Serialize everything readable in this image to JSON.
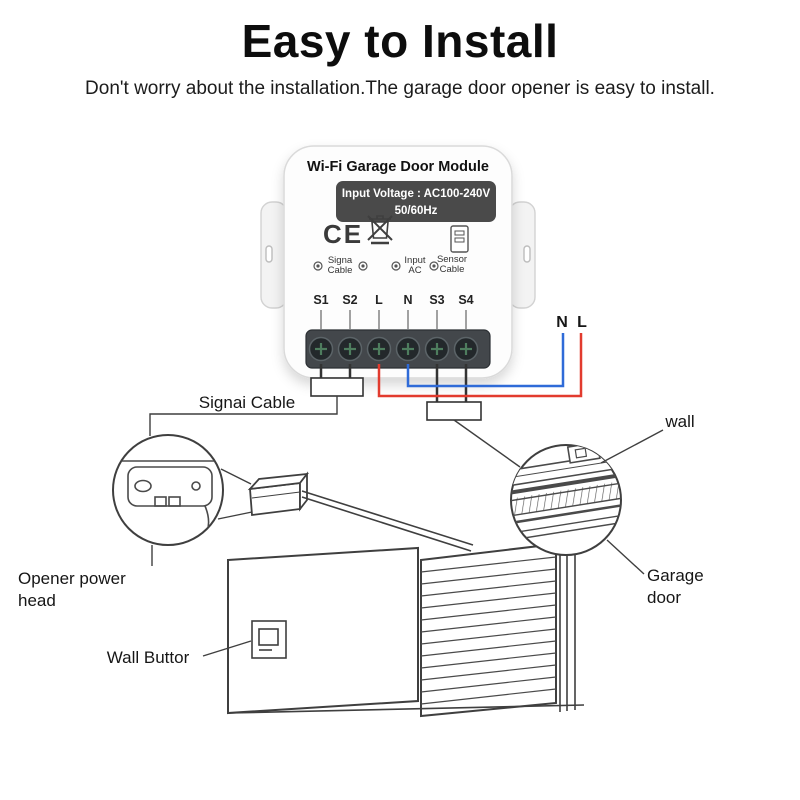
{
  "page": {
    "title": "Easy to Install",
    "subtitle": "Don't worry about the installation.The garage door opener is easy to install."
  },
  "module": {
    "name": "Wi-Fi Garage Door Module",
    "voltage": "Input Voltage : AC100-240V",
    "frequency": "50/60Hz",
    "ce_mark": "CE",
    "ports": {
      "signa_line1": "Signa",
      "signa_line2": "Cable",
      "input_line1": "Input",
      "input_line2": "AC",
      "sensor_line1": "Sensor",
      "sensor_line2": "Cable"
    },
    "terminals": [
      "S1",
      "S2",
      "L",
      "N",
      "S3",
      "S4"
    ]
  },
  "wiring": {
    "neutral_label": "N",
    "live_label": "L",
    "signal_cable_label": "Signai Cable"
  },
  "scene": {
    "wall_label": "wall",
    "garage_door_line1": "Garage",
    "garage_door_line2": "door",
    "opener_line1": "Opener power",
    "opener_line2": "head",
    "wall_button_label": "Wall Buttor"
  },
  "colors": {
    "wire_live": "#e23b2e",
    "wire_neutral": "#2f6bd8",
    "ink": "#3f3f3f",
    "voltage_pill": "#4a4a4a",
    "terminal_block": "#43474b"
  }
}
